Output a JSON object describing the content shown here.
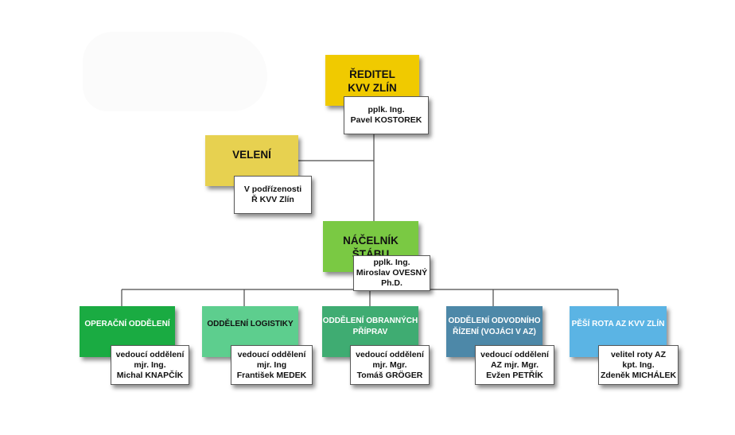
{
  "director": {
    "title_lines": [
      "ŘEDITEL",
      "KVV ZLÍN"
    ],
    "person_lines": [
      "pplk. Ing.",
      "Pavel KOSTOREK"
    ],
    "color": "#f0ca00"
  },
  "command": {
    "title_lines": [
      "VELENÍ"
    ],
    "person_lines": [
      "V podřízenosti",
      "Ř KVV Zlín"
    ],
    "color": "#e7d150"
  },
  "chief_of_staff": {
    "title_lines": [
      "NÁČELNÍK",
      "ŠTÁBU"
    ],
    "person_lines": [
      "pplk. Ing.",
      "Miroslav OVESNÝ",
      "Ph.D."
    ],
    "color": "#7ac943"
  },
  "departments": [
    {
      "title_lines": [
        "OPERAČNÍ ODDĚLENÍ"
      ],
      "person_lines": [
        "vedoucí oddělení",
        "mjr. Ing.",
        "Michal KNAPČÍK"
      ],
      "color": "#1aab42",
      "text_color": "#ffffff"
    },
    {
      "title_lines": [
        "ODDĚLENÍ LOGISTIKY"
      ],
      "person_lines": [
        "vedoucí oddělení",
        "mjr. Ing",
        "František MEDEK"
      ],
      "color": "#5dce8e",
      "text_color": "#111111"
    },
    {
      "title_lines": [
        "ODDĚLENÍ OBRANNÝCH",
        "PŘÍPRAV"
      ],
      "person_lines": [
        "vedoucí oddělení",
        "mjr. Mgr.",
        "Tomáš GRÖGER"
      ],
      "color": "#3fac72",
      "text_color": "#ffffff"
    },
    {
      "title_lines": [
        "ODDĚLENÍ ODVODNÍHO",
        "ŘÍZENÍ (VOJÁCI V AZ)"
      ],
      "person_lines": [
        "vedoucí oddělení",
        "AZ mjr. Mgr.",
        "Evžen PETŘÍK"
      ],
      "color": "#4d88a8",
      "text_color": "#ffffff"
    },
    {
      "title_lines": [
        "PĚŠÍ ROTA AZ KVV ZLÍN"
      ],
      "person_lines": [
        "velitel roty AZ",
        "kpt. Ing.",
        "Zdeněk MICHÁLEK"
      ],
      "color": "#5bb4e4",
      "text_color": "#ffffff"
    }
  ]
}
